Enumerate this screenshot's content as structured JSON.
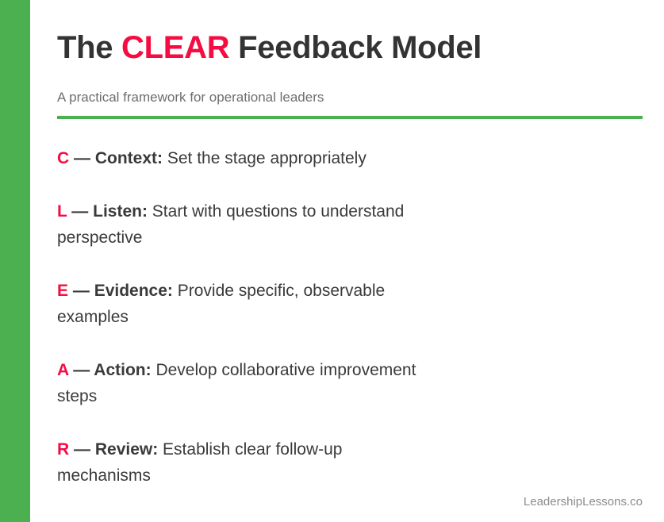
{
  "slide": {
    "accent_color": "#4caf50",
    "highlight_color": "#f50d42",
    "text_color": "#3a3a3a",
    "background": "#ffffff"
  },
  "header": {
    "title_prefix": "The ",
    "title_highlight": "CLEAR",
    "title_suffix": " Feedback Model",
    "subtitle": "A practical framework for operational leaders"
  },
  "items": [
    {
      "letter": "C",
      "dash": " — ",
      "label": "Context:",
      "desc": " Set the stage appropriately"
    },
    {
      "letter": "L",
      "dash": " — ",
      "label": "Listen:",
      "desc": " Start with questions to understand perspective"
    },
    {
      "letter": "E",
      "dash": " — ",
      "label": "Evidence:",
      "desc": " Provide specific, observable examples"
    },
    {
      "letter": "A",
      "dash": " — ",
      "label": "Action:",
      "desc": " Develop collaborative improvement steps"
    },
    {
      "letter": "R",
      "dash": " — ",
      "label": "Review:",
      "desc": " Establish clear follow-up mechanisms"
    }
  ],
  "footer": {
    "watermark": "LeadershipLessons.co"
  }
}
